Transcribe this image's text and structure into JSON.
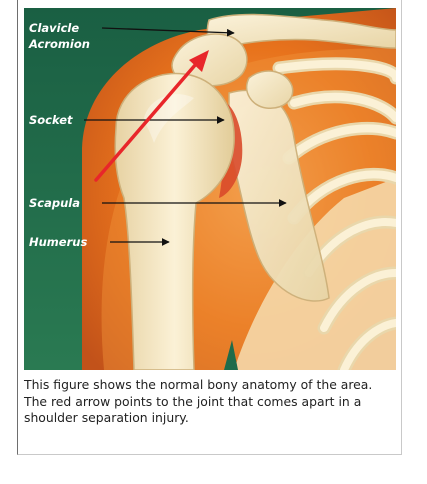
{
  "figure": {
    "labels": {
      "clavicle": "Clavicle",
      "acromion": "Acromion",
      "socket": "Socket",
      "scapula": "Scapula",
      "humerus": "Humerus"
    },
    "colors": {
      "background_green": "#1f6b4a",
      "skin_orange": "#e8731c",
      "bone": "#f3e6c4",
      "bone_shadow": "#d9c391",
      "joint_red": "#d94a2a",
      "arrow_red": "#e8262a",
      "pointer_black": "#111111"
    }
  },
  "caption": "This figure shows the normal bony anatomy of the area. The red arrow points to the joint that comes apart in a shoulder separation injury."
}
